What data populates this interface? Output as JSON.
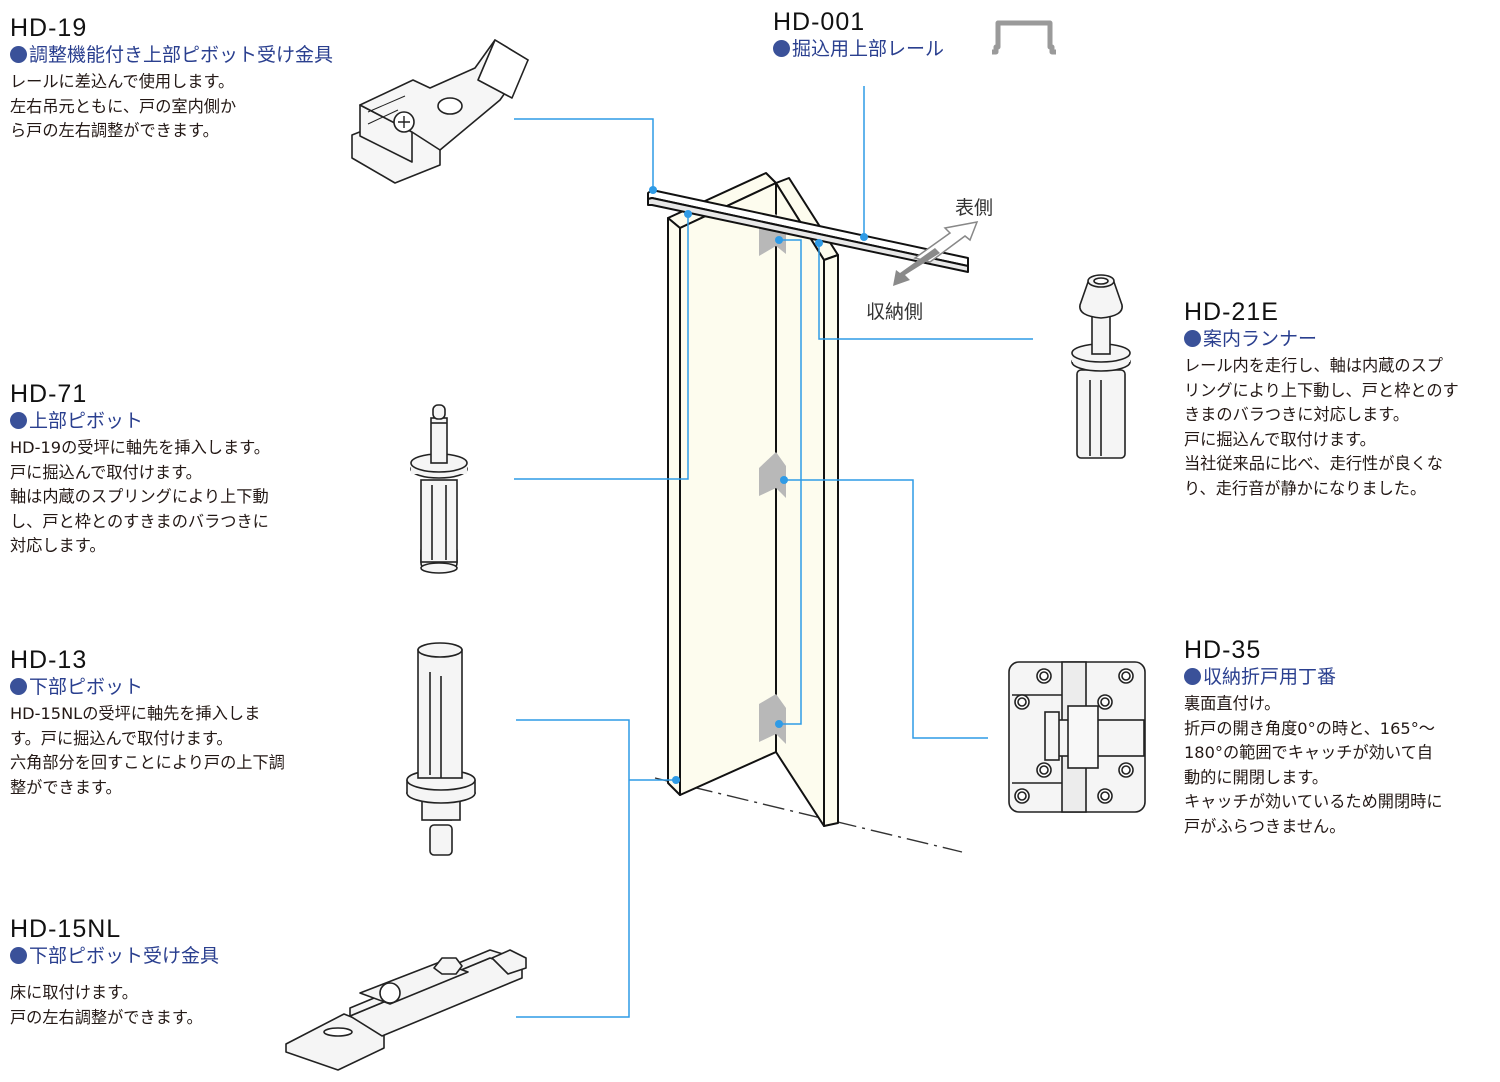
{
  "colors": {
    "subtitle_text": "#2a3f8f",
    "bullet": "#3a5199",
    "leader_line": "#2f9be6",
    "door_panel": "#fdfcee",
    "bracket_gray": "#b8b8b8"
  },
  "diagram": {
    "direction_labels": {
      "front_side": "表側",
      "storage_side": "収納側"
    }
  },
  "parts": {
    "hd19": {
      "code": "HD-19",
      "name": "調整機能付き上部ピボット受け金具",
      "description": "レールに差込んで使用します。\n左右吊元ともに、戸の室内側か\nら戸の左右調整ができます。"
    },
    "hd001": {
      "code": "HD-001",
      "name": "掘込用上部レール"
    },
    "hd21e": {
      "code": "HD-21E",
      "name": "案内ランナー",
      "description": "レール内を走行し、軸は内蔵のスプ\nリングにより上下動し、戸と枠とのす\nきまのバラつきに対応します。\n戸に掘込んで取付けます。\n当社従来品に比べ、走行性が良くな\nり、走行音が静かになりました。"
    },
    "hd71": {
      "code": "HD-71",
      "name": "上部ピボット",
      "description": "HD-19の受坪に軸先を挿入します。\n戸に掘込んで取付けます。\n軸は内蔵のスプリングにより上下動\nし、戸と枠とのすきまのバラつきに\n対応します。"
    },
    "hd13": {
      "code": "HD-13",
      "name": "下部ピボット",
      "description": "HD-15NLの受坪に軸先を挿入しま\nす。戸に掘込んで取付けます。\n六角部分を回すことにより戸の上下調\n整ができます。"
    },
    "hd35": {
      "code": "HD-35",
      "name": "収納折戸用丁番",
      "description": "裏面直付け。\n折戸の開き角度0°の時と、165°～\n180°の範囲でキャッチが効いて自\n動的に開閉します。\nキャッチが効いているため開閉時に\n戸がふらつきません。"
    },
    "hd15nl": {
      "code": "HD-15NL",
      "name": "下部ピボット受け金具",
      "description": "床に取付けます。\n戸の左右調整ができます。"
    }
  }
}
